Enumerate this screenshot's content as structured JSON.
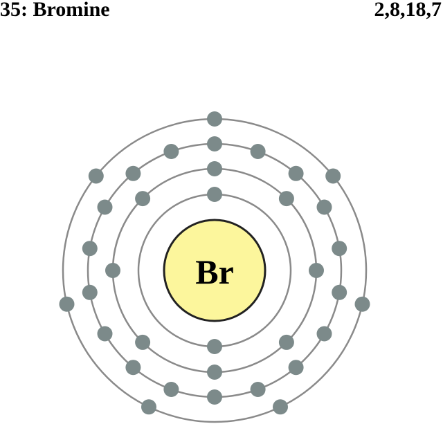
{
  "header": {
    "element_name": "35: Bromine",
    "configuration": "2,8,18,7"
  },
  "atom": {
    "symbol": "Br",
    "shell_electrons": [
      2,
      8,
      18,
      7
    ],
    "colors": {
      "nucleus_fill": "#fcf69c",
      "nucleus_stroke": "#222222",
      "orbit_stroke": "#8a8a8a",
      "electron_fill": "#7c8a8a"
    }
  }
}
